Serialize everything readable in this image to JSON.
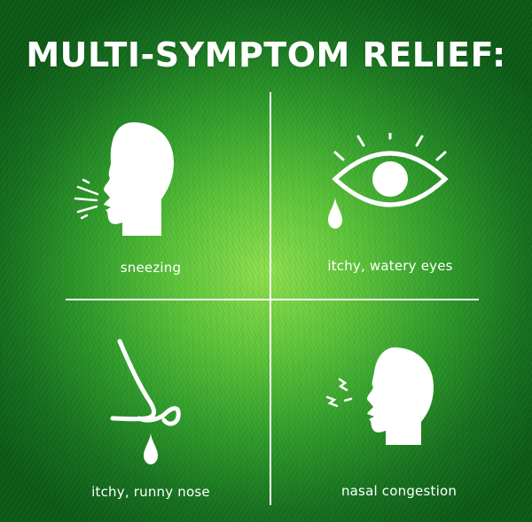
{
  "title": "MULTI-SYMPTOM RELIEF:",
  "colors": {
    "foreground": "#ffffff",
    "background_center": "#8fe04f",
    "background_edge": "#0d5a17"
  },
  "symptoms": [
    {
      "label": "sneezing",
      "icon": "sneezing-head-icon"
    },
    {
      "label": "itchy, watery eyes",
      "icon": "watery-eye-icon"
    },
    {
      "label": "itchy, runny nose",
      "icon": "runny-nose-icon"
    },
    {
      "label": "nasal congestion",
      "icon": "congested-head-icon"
    }
  ]
}
